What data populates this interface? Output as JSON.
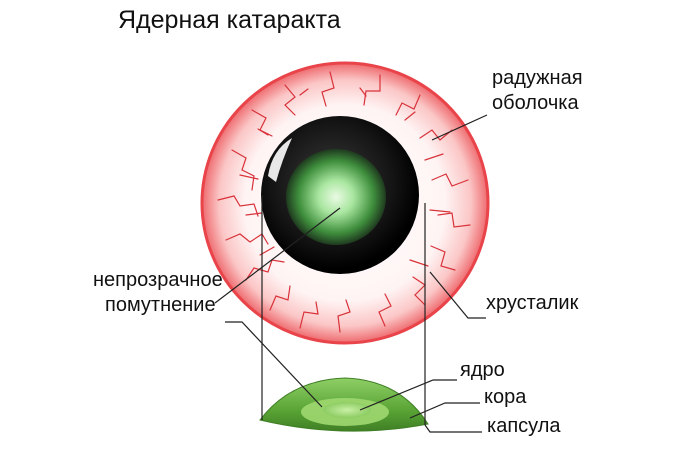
{
  "title": "Ядерная катаракта",
  "labels": {
    "iris": [
      "радужная",
      "оболочка"
    ],
    "opacity": [
      "непрозрачное",
      "помутнение"
    ],
    "lens": "хрусталик",
    "nucleus": "ядро",
    "cortex": "кора",
    "capsule": "капсула"
  },
  "colors": {
    "eye_red": "#e8444a",
    "vein": "#d8323a",
    "pupil": "#111111",
    "opacity_green": "#7fd37a",
    "lens_green": "#5da83a",
    "leader": "#222222"
  }
}
